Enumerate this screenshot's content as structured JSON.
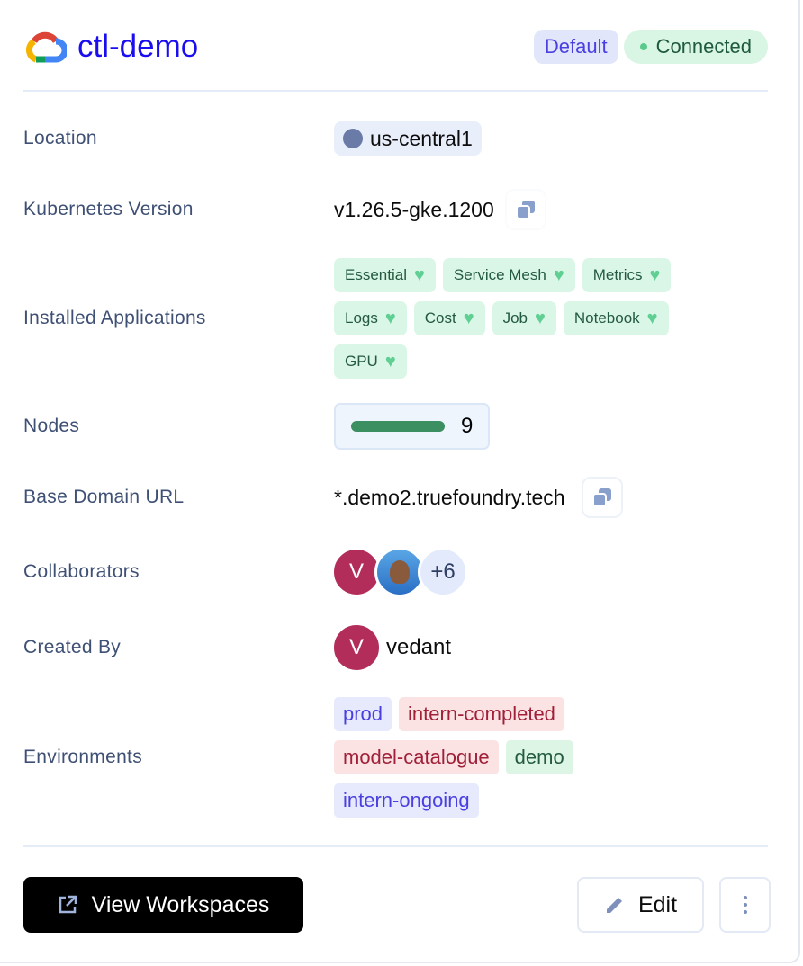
{
  "header": {
    "title": "ctl-demo",
    "default_badge": "Default",
    "status_badge": "Connected",
    "status_color": "#5ac98a"
  },
  "fields": {
    "location": {
      "label": "Location",
      "value": "us-central1"
    },
    "k8s": {
      "label": "Kubernetes Version",
      "value": "v1.26.5-gke.1200"
    },
    "apps": {
      "label": "Installed Applications",
      "items": [
        "Essential",
        "Service Mesh",
        "Metrics",
        "Logs",
        "Cost",
        "Job",
        "Notebook",
        "GPU"
      ]
    },
    "nodes": {
      "label": "Nodes",
      "value": "9",
      "fill_percent": 100
    },
    "domain": {
      "label": "Base Domain URL",
      "value": "*.demo2.truefoundry.tech"
    },
    "collaborators": {
      "label": "Collaborators",
      "first_initial": "V",
      "more": "+6"
    },
    "created_by": {
      "label": "Created By",
      "initial": "V",
      "name": "vedant"
    },
    "environments": {
      "label": "Environments",
      "items": [
        {
          "name": "prod",
          "color": "blue"
        },
        {
          "name": "intern-completed",
          "color": "red"
        },
        {
          "name": "model-catalogue",
          "color": "red"
        },
        {
          "name": "demo",
          "color": "green"
        },
        {
          "name": "intern-ongoing",
          "color": "blue"
        }
      ]
    }
  },
  "footer": {
    "view_workspaces": "View Workspaces",
    "edit": "Edit"
  }
}
